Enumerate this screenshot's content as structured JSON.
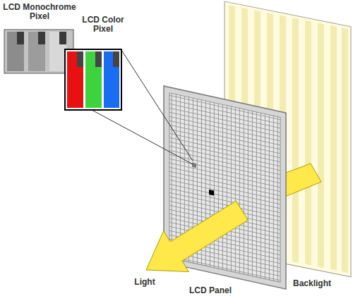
{
  "diagram": {
    "labels": [
      "LCD Monochrome Pixel",
      "LCD Color Pixel",
      "Light",
      "LCD Panel",
      "Backlight"
    ]
  }
}
